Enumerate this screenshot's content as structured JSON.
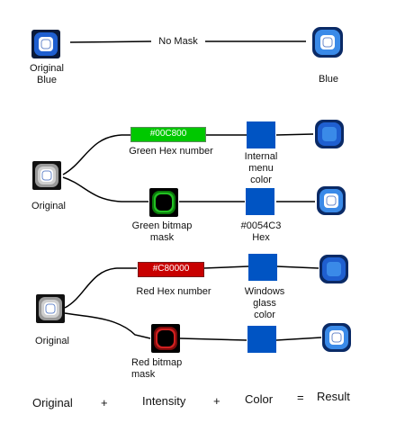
{
  "colors": {
    "green_hex": "#00C800",
    "red_hex": "#C80000",
    "internal_blue": "#0054C3",
    "icon_blue": "#1f5fd0"
  },
  "row1": {
    "original_label": "Original\nBlue",
    "arrow_label": "No Mask",
    "result_label": "Blue"
  },
  "row2": {
    "original_label": "Original",
    "green_hex_value": "#00C800",
    "green_hex_label": "Green Hex number",
    "internal_color_label": "Internal\nmenu\ncolor",
    "green_mask_label": "Green bitmap\nmask",
    "hex_label": "#0054C3\nHex"
  },
  "row3": {
    "original_label": "Original",
    "red_hex_value": "#C80000",
    "red_hex_label": "Red Hex number",
    "windows_color_label": "Windows\nglass\ncolor",
    "red_mask_label": "Red bitmap\nmask"
  },
  "equation": {
    "original": "Original",
    "plus1": "+",
    "intensity": "Intensity",
    "plus2": "+",
    "color": "Color",
    "equals": "=",
    "result": "Result"
  }
}
